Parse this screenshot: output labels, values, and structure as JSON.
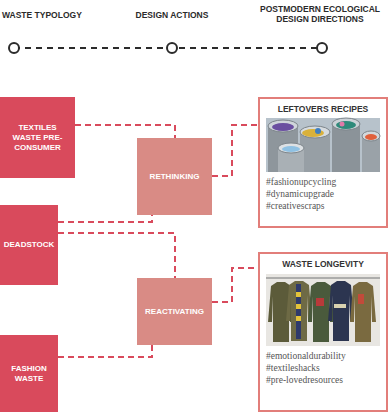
{
  "diagram": {
    "nodes": [
      {
        "text": [
          "TEXTILES WASTE PRE-CONSUMER"
        ]
      },
      {
        "text": [
          "DEADSTOCK"
        ]
      },
      {
        "text": [
          "FASHION WASTE"
        ]
      },
      {
        "text": [
          "RETHINKING"
        ]
      },
      {
        "text": [
          "REACTIVATING"
        ]
      },
      {
        "text": [
          "LEFTOVERS RECIPES",
          "#fashionupcycling",
          "#dynamicupgrade",
          "#creativescraps"
        ]
      },
      {
        "text": [
          "WASTE LONGEVITY",
          "#emotionaldurability",
          "#textileshacks",
          "#pre-lovedresources"
        ]
      }
    ],
    "edges": [
      {
        "from": 0,
        "to": 3,
        "arrow": "none"
      },
      {
        "from": 1,
        "to": 3,
        "arrow": "none"
      },
      {
        "from": 1,
        "to": 4,
        "arrow": "none"
      },
      {
        "from": 2,
        "to": 4,
        "arrow": "none"
      },
      {
        "from": 3,
        "to": 5,
        "arrow": "none"
      },
      {
        "from": 4,
        "to": 6,
        "arrow": "none"
      }
    ],
    "labels": [
      "WASTE TYPOLOGY",
      "DESIGN ACTIONS",
      "POSTMODERN ECOLOGICAL DESIGN DIRECTIONS"
    ]
  }
}
